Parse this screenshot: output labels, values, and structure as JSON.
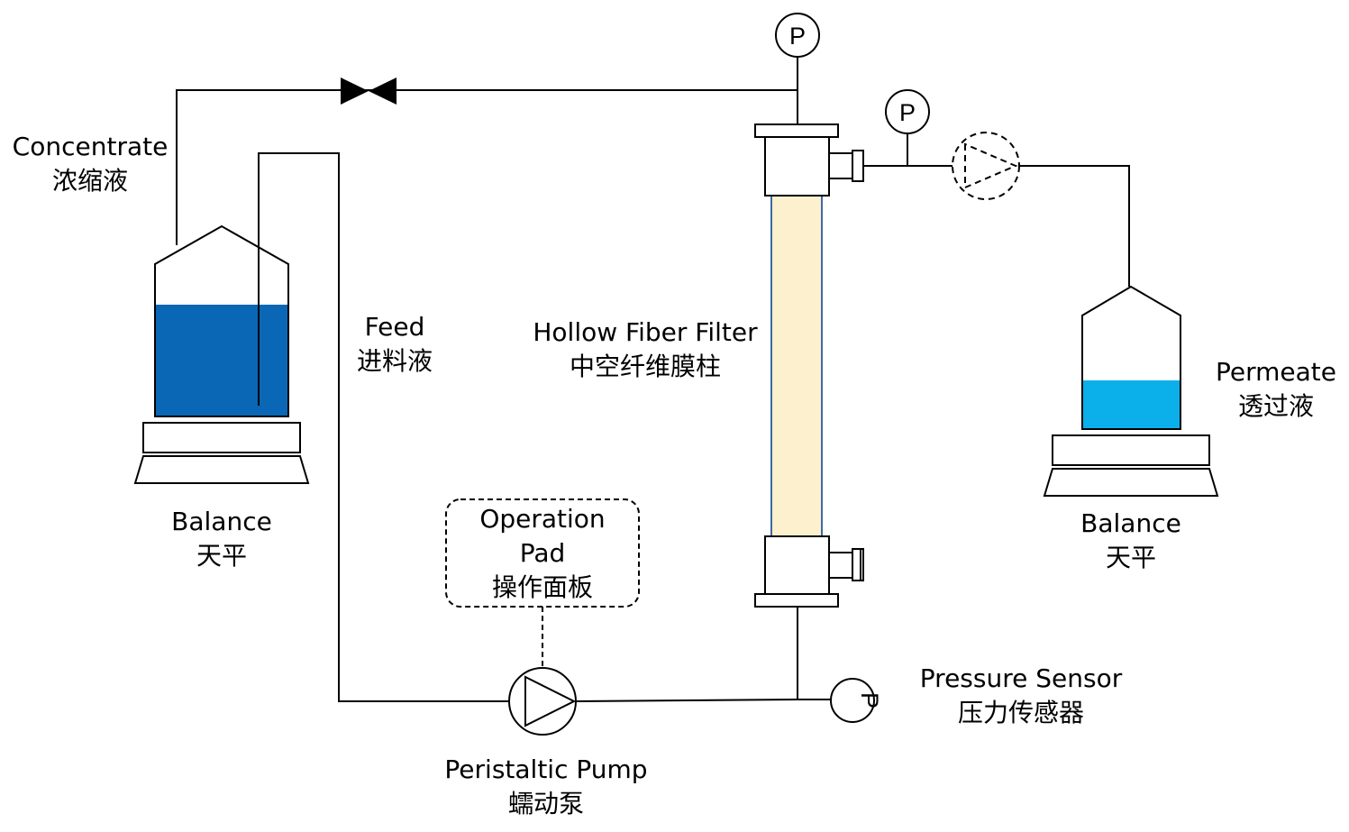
{
  "labels": {
    "concentrate": {
      "en": "Concentrate",
      "zh": "浓缩液"
    },
    "feed": {
      "en": "Feed",
      "zh": "进料液"
    },
    "filter": {
      "en": "Hollow Fiber Filter",
      "zh": "中空纤维膜柱"
    },
    "permeate": {
      "en": "Permeate",
      "zh": "透过液"
    },
    "balance_left": {
      "en": "Balance",
      "zh": "天平"
    },
    "balance_right": {
      "en": "Balance",
      "zh": "天平"
    },
    "operation_pad": {
      "en_line1": "Operation",
      "en_line2": "Pad",
      "zh": "操作面板"
    },
    "pump": {
      "en": "Peristaltic Pump",
      "zh": "蠕动泵"
    },
    "pressure_sensor": {
      "en": "Pressure Sensor",
      "zh": "压力传感器"
    }
  },
  "gauges": {
    "symbol": "P"
  },
  "colors": {
    "line": "#000000",
    "concentrate_liquid": "#0a67b5",
    "permeate_liquid": "#0bb0ea",
    "filter_body": "#fdf0cf",
    "filter_border": "#3b6aa8"
  }
}
